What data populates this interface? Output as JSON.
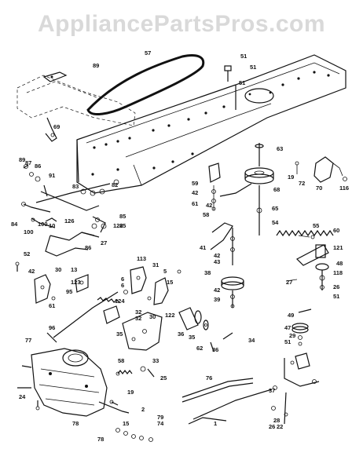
{
  "watermark": "AppliancePartsPros.com",
  "callouts": [
    "57",
    "89",
    "69",
    "51",
    "51",
    "51",
    "63",
    "68",
    "19",
    "72",
    "70",
    "116",
    "59",
    "42",
    "61",
    "42",
    "65",
    "58",
    "55",
    "54",
    "60",
    "121",
    "48",
    "89",
    "87",
    "86",
    "91",
    "83",
    "82",
    "85",
    "100",
    "10",
    "27",
    "122",
    "84",
    "100",
    "126",
    "85",
    "86",
    "41",
    "42",
    "43",
    "38",
    "42",
    "39",
    "27",
    "118",
    "26",
    "51",
    "52",
    "42",
    "30",
    "13",
    "123",
    "95",
    "124",
    "61",
    "113",
    "31",
    "5",
    "15",
    "6",
    "6",
    "32",
    "32",
    "30",
    "122",
    "35",
    "96",
    "77",
    "49",
    "47",
    "29",
    "51",
    "36",
    "35",
    "62",
    "36",
    "34",
    "37",
    "26",
    "58",
    "33",
    "25",
    "19",
    "24",
    "15",
    "2",
    "79",
    "74",
    "78",
    "78",
    "76",
    "1",
    "28",
    "22",
    "26",
    "27"
  ]
}
